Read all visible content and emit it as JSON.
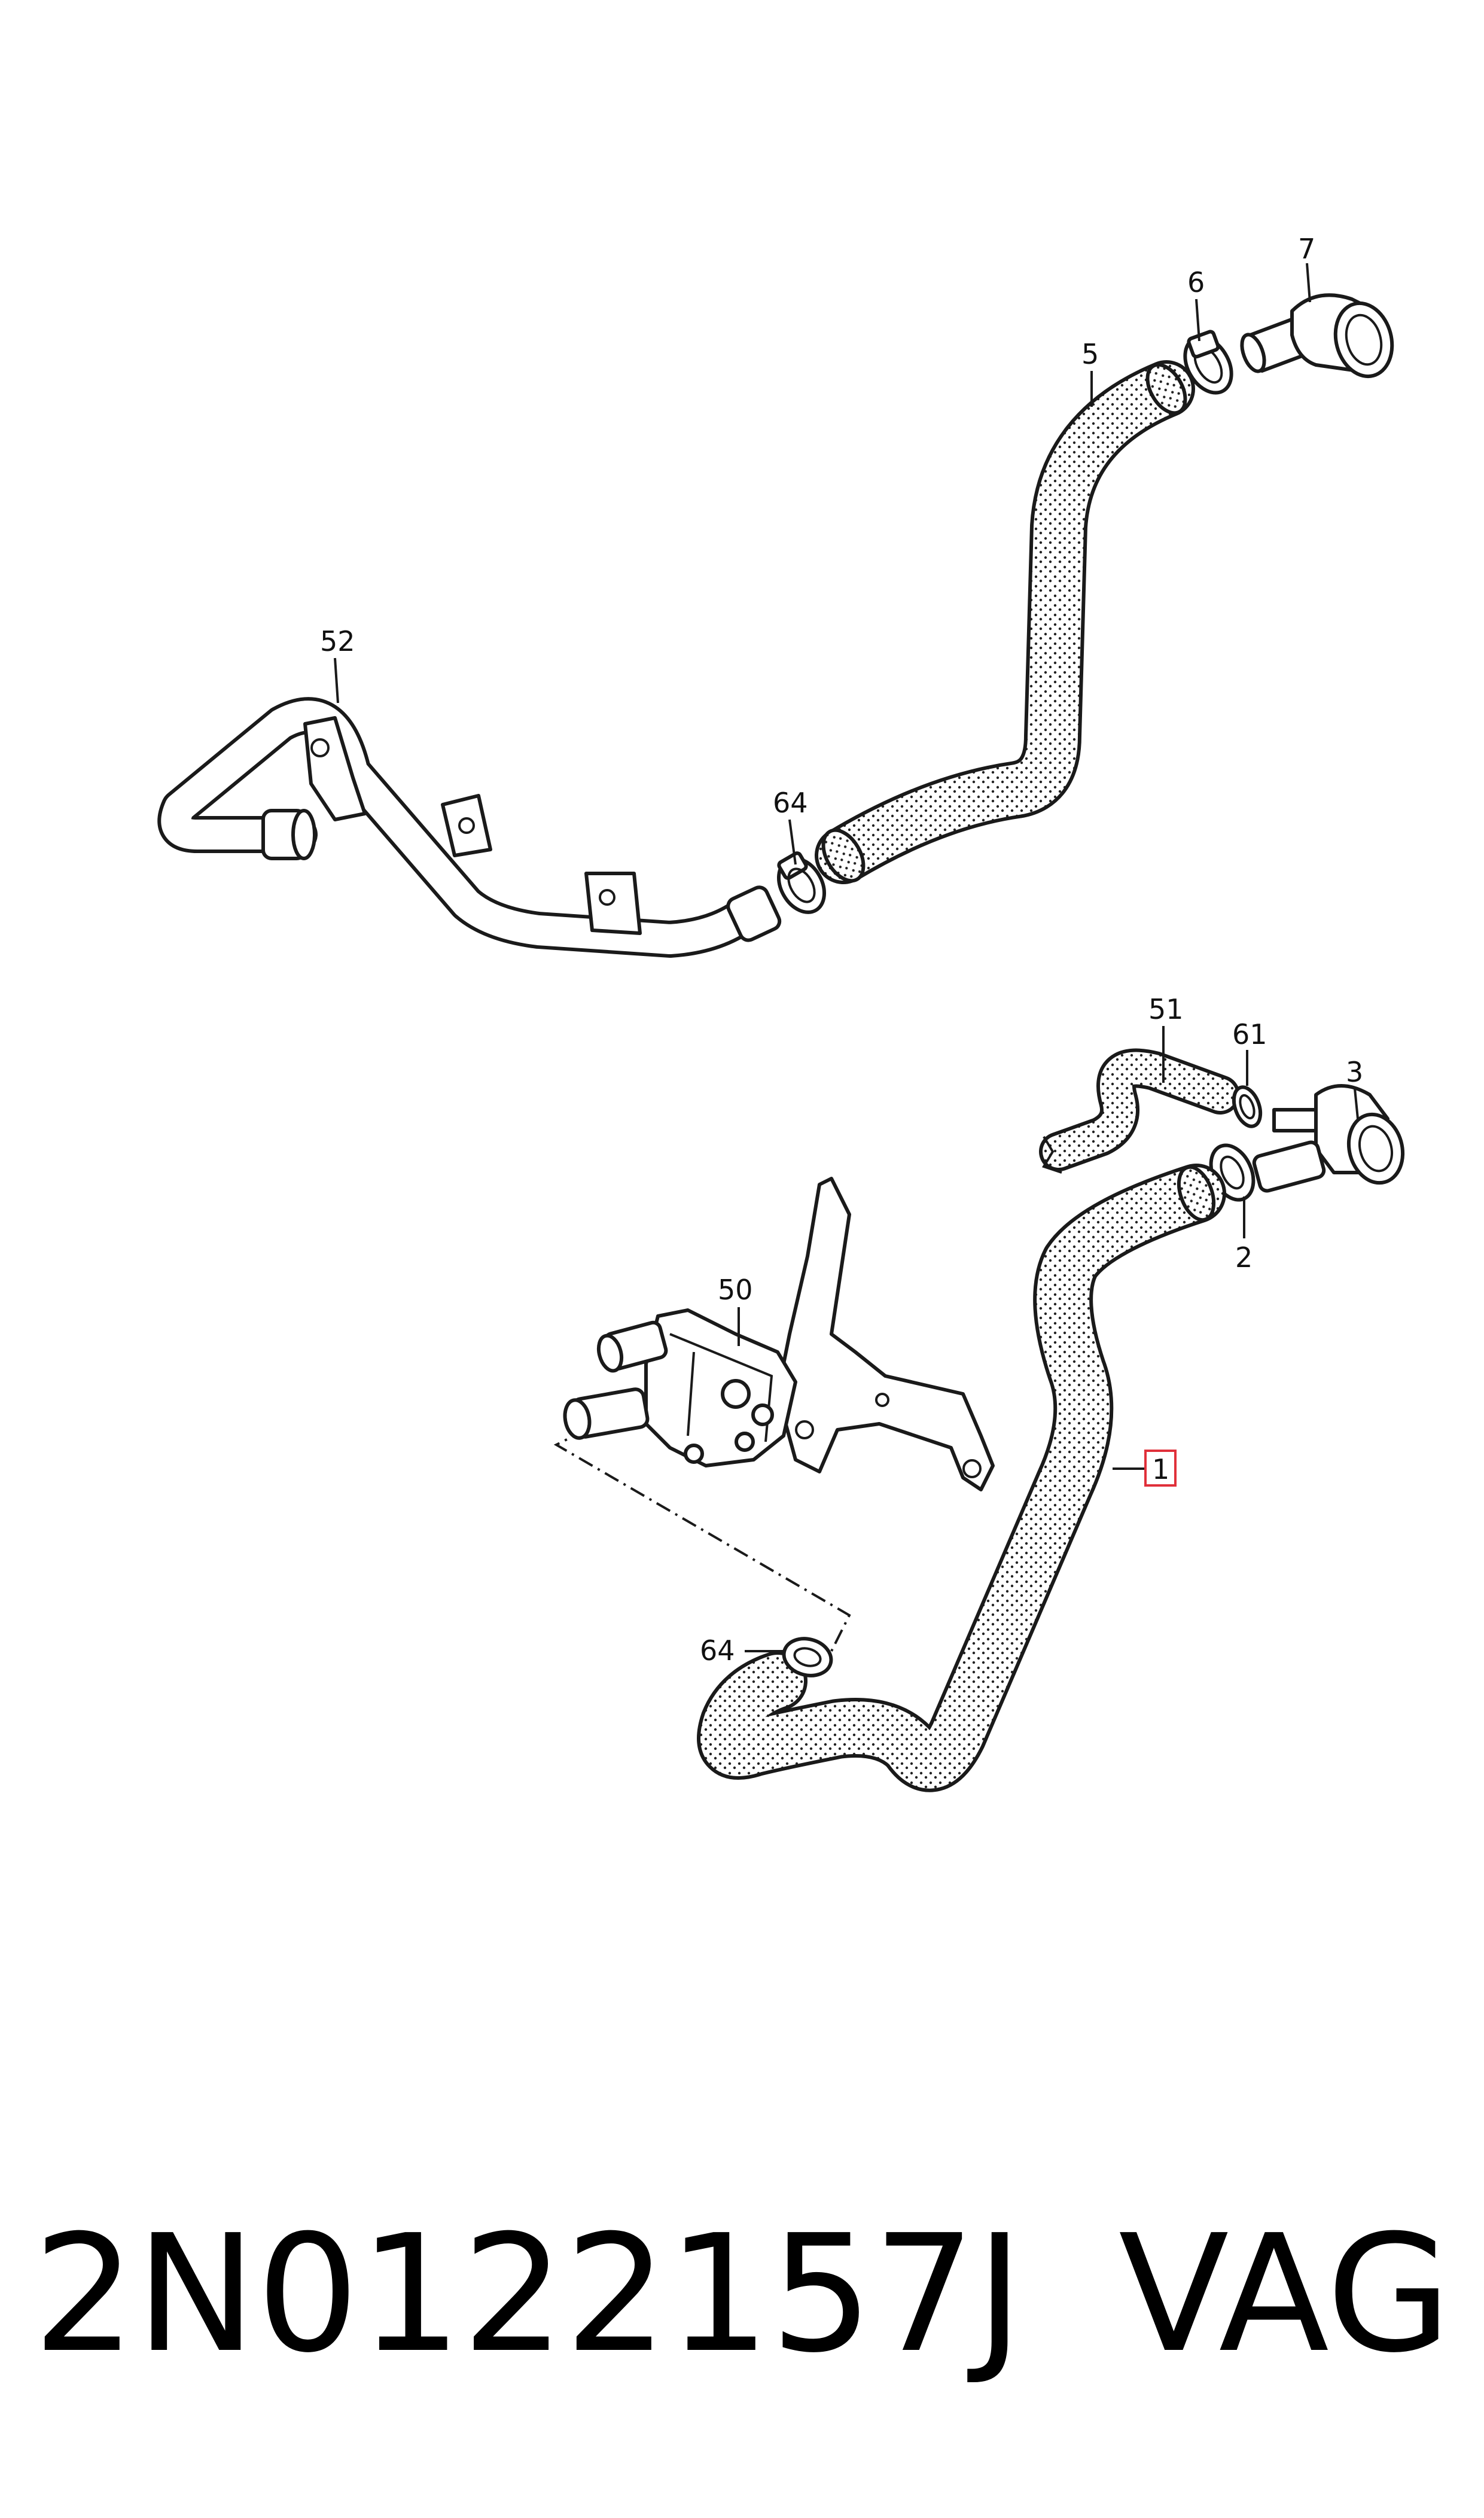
{
  "callouts": {
    "c7": "7",
    "c6": "6",
    "c5": "5",
    "c52": "52",
    "c64_top": "64",
    "c51": "51",
    "c61": "61",
    "c3": "3",
    "c2": "2",
    "c50": "50",
    "c1": "1",
    "c64_bottom": "64"
  },
  "caption": {
    "part_number": "2N0122157J",
    "brand": "VAG"
  },
  "colors": {
    "line": "#1a1a1a",
    "hose_fill": "#dcdcdc",
    "highlight_box": "#e0303a"
  }
}
